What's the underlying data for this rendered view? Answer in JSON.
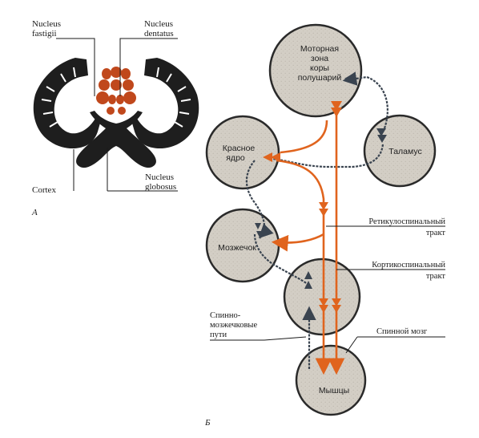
{
  "panel_a": {
    "label": "А",
    "nucleus_fastigii": [
      "Nucleus",
      "fastigii"
    ],
    "nucleus_dentatus": [
      "Nucleus",
      "dentatus"
    ],
    "cortex": "Cortex",
    "nucleus_globosus": [
      "Nucleus",
      "globosus"
    ]
  },
  "panel_b": {
    "label": "Б",
    "motor_cortex": [
      "Моторная",
      "зона",
      "коры",
      "полушарий"
    ],
    "thalamus": "Таламус",
    "red_nucleus": [
      "Красное",
      "ядро"
    ],
    "cerebellum": "Мозжечок",
    "muscles": "Мышцы",
    "reticulospinal": [
      "Ретикулоспинальный",
      "тракт"
    ],
    "corticospinal": [
      "Кортикоспинальный",
      "тракт"
    ],
    "spinocerebellar": [
      "Спинно-",
      "мозжечковые",
      "пути"
    ],
    "spinal_cord": "Спинной мозг"
  },
  "colors": {
    "orange_path": "#e0641e",
    "grey_path": "#3a4450",
    "circle_fill": "#d2cdc4",
    "cerebellum_dark": "#1e1e1e",
    "nuclei": "#c0481c"
  }
}
